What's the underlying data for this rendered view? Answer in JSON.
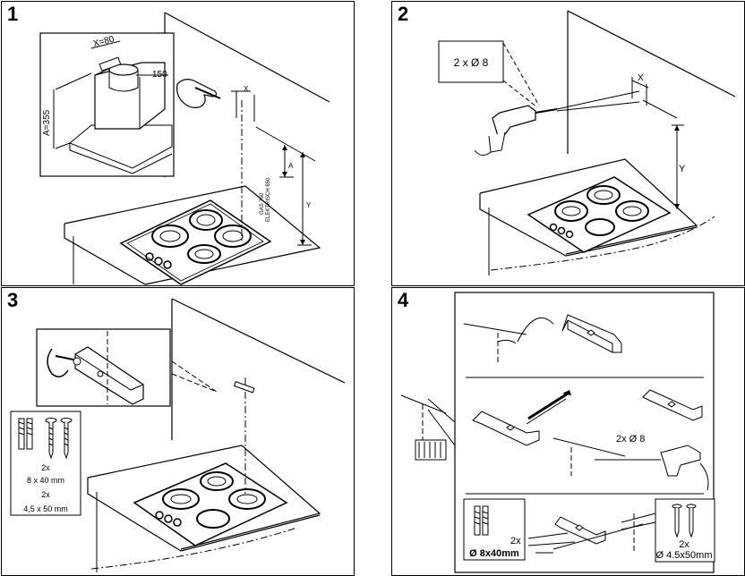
{
  "panels": [
    {
      "number": "1",
      "labels": {
        "x80": "X=80",
        "dim150": "150",
        "a355": "A=355",
        "x": "X",
        "a": "A",
        "y": "Y",
        "gas": "GAS 750",
        "elektrisch": "ELEKTRISCH 650"
      }
    },
    {
      "number": "2",
      "labels": {
        "holes": "2 x Ø 8",
        "x": "X",
        "y": "Y"
      }
    },
    {
      "number": "3",
      "labels": {
        "qty1": "2x",
        "size1": "8 x 40 mm",
        "qty2": "2x",
        "size2": "4,5 x 50 mm"
      }
    },
    {
      "number": "4",
      "labels": {
        "holes": "2x Ø 8",
        "qty_plug": "2x",
        "plug": "Ø 8x40mm",
        "qty_screw": "2x",
        "screw": "Ø 4.5x50mm"
      }
    }
  ]
}
